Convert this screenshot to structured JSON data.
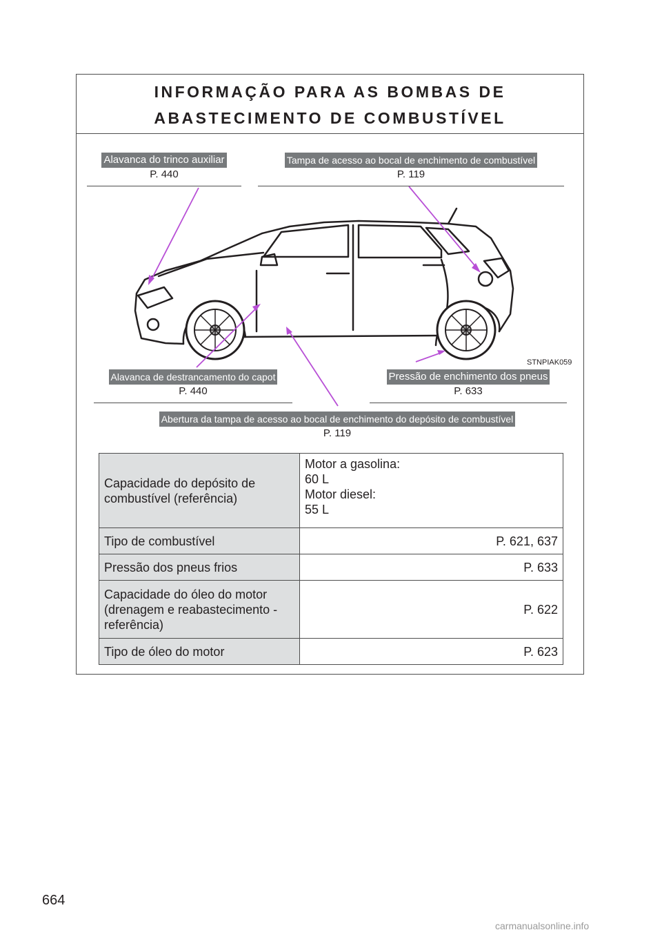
{
  "header": {
    "title_line1": "INFORMAÇÃO PARA AS BOMBAS DE",
    "title_line2": "ABASTECIMENTO DE COMBUSTÍVEL"
  },
  "callouts": {
    "aux_latch": {
      "label": "Alavanca do trinco auxiliar",
      "ref": "P. 440"
    },
    "fuel_door": {
      "label": "Tampa de acesso ao bocal de enchimento de combustível",
      "ref": "P. 119"
    },
    "hood_release": {
      "label": "Alavanca de destrancamento do capot",
      "ref": "P. 440"
    },
    "tire_pressure": {
      "label": "Pressão de enchimento dos pneus",
      "ref": "P. 633"
    },
    "fuel_door_opener": {
      "label": "Abertura da tampa de acesso ao bocal de enchimento do depósito de combustível",
      "ref": "P. 119"
    }
  },
  "figure": {
    "code": "STNPIAK059",
    "callout_line_color": "#b84fd6"
  },
  "table": [
    {
      "key": "Capacidade do depósito de combustível (referência)",
      "values": [
        "Motor a gasolina:",
        "60 L",
        "Motor diesel:",
        "55 L"
      ]
    },
    {
      "key": "Tipo de combustível",
      "values": [
        "P. 621, 637"
      ]
    },
    {
      "key": "Pressão dos pneus frios",
      "values": [
        "P. 633"
      ]
    },
    {
      "key": "Capacidade do óleo do motor (drenagem e reabastecimento - referência)",
      "values": [
        "P. 622"
      ]
    },
    {
      "key": "Tipo de óleo do motor",
      "values": [
        "P. 623"
      ]
    }
  ],
  "footer": {
    "page_number": "664",
    "watermark": "carmanualsonline.info"
  }
}
